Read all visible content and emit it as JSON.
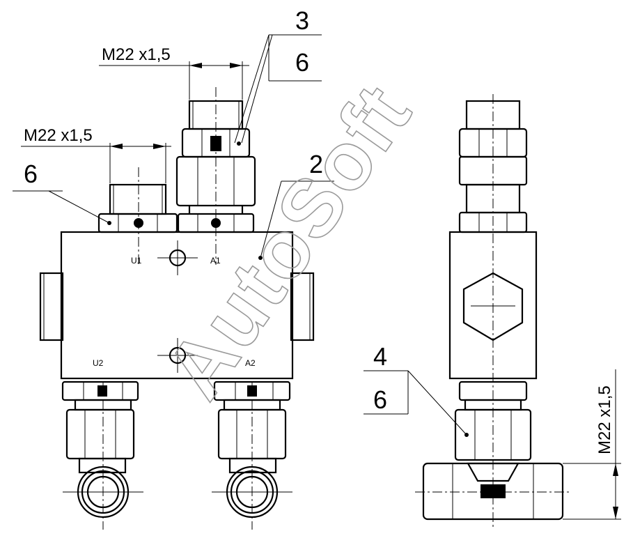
{
  "dimensions": {
    "top_connector_thread": "M22 x1,5",
    "left_connector_thread": "M22 x1,5",
    "right_view_thread": "M22 x1,5"
  },
  "callouts": {
    "c3_top": "3",
    "c3_bottom": "6",
    "c2": "2",
    "c6_left": "6",
    "c4_top": "4",
    "c4_bottom": "6"
  },
  "ports": {
    "u1": "U1",
    "a1": "A1",
    "u2": "U2",
    "a2": "A2"
  },
  "watermark": "AutoSoft"
}
